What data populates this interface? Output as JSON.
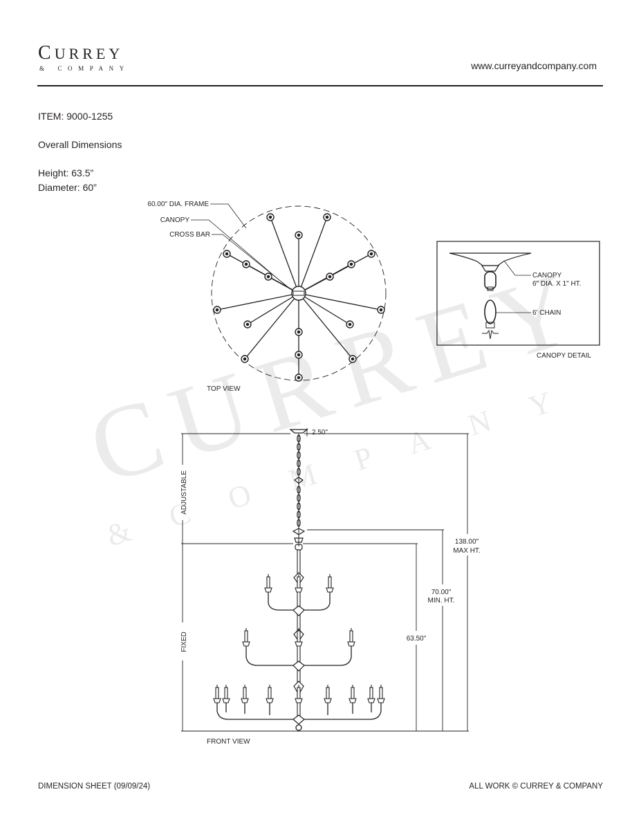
{
  "brand": {
    "name": "Currey",
    "sub": "& Company",
    "website": "www.curreyandcompany.com"
  },
  "item": {
    "number": "ITEM: 9000-1255",
    "section": "Overall Dimensions",
    "height": "Height: 63.5”",
    "diameter": "Diameter: 60”"
  },
  "top_view": {
    "label_frame": "60.00\" DIA. FRAME",
    "label_canopy": "CANOPY",
    "label_crossbar": "CROSS BAR",
    "caption": "TOP VIEW"
  },
  "canopy_detail": {
    "label_canopy": "CANOPY",
    "label_canopy_size": "6\" DIA. X 1\" HT.",
    "label_chain": "6' CHAIN",
    "caption": "CANOPY DETAIL"
  },
  "front_view": {
    "dim_canopy": "2.50\"",
    "label_adjustable": "ADJUSTABLE",
    "label_fixed": "FIXED",
    "dim_max_value": "138.00\"",
    "dim_max_label": "MAX HT.",
    "dim_min_value": "70.00\"",
    "dim_min_label": "MIN. HT.",
    "dim_fixed": "63.50\"",
    "caption": "FRONT VIEW"
  },
  "footer": {
    "left": "DIMENSION SHEET (09/09/24)",
    "right": "ALL WORK © CURREY & COMPANY"
  }
}
